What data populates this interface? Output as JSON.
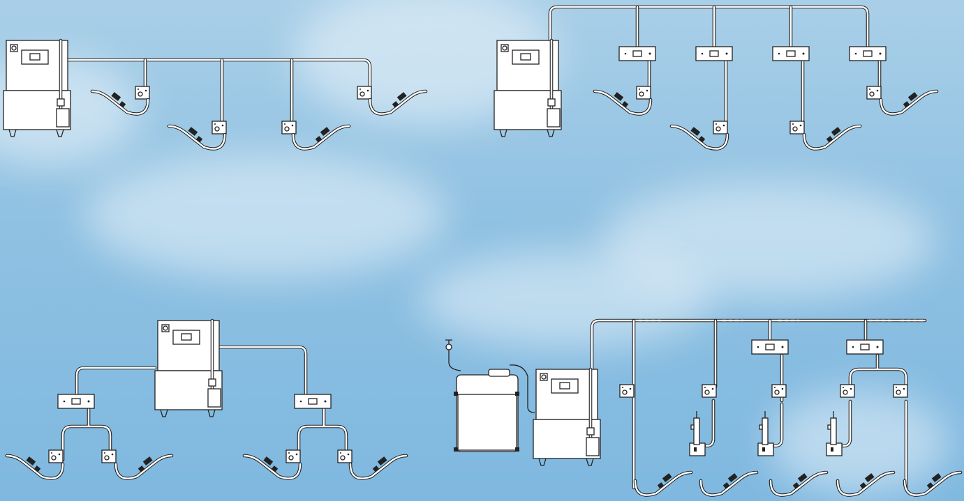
{
  "scene": {
    "background": "sky-with-clouds",
    "sky_color": "#8fc1e2",
    "line_color": "#222222"
  },
  "panels": [
    {
      "name": "top-left-system",
      "central_units": 1,
      "wall_boxes": 4,
      "hoses": 4
    },
    {
      "name": "top-right-system",
      "central_units": 1,
      "control_boxes": 4,
      "wall_boxes": 4,
      "hoses": 4
    },
    {
      "name": "bottom-left-system",
      "central_units": 1,
      "control_boxes": 2,
      "wall_boxes": 4,
      "hoses": 4
    },
    {
      "name": "bottom-right-system",
      "central_units": 1,
      "tanks": 1,
      "control_boxes": 2,
      "wall_boxes": 5,
      "hoses": 5,
      "dispensers": 3
    }
  ]
}
